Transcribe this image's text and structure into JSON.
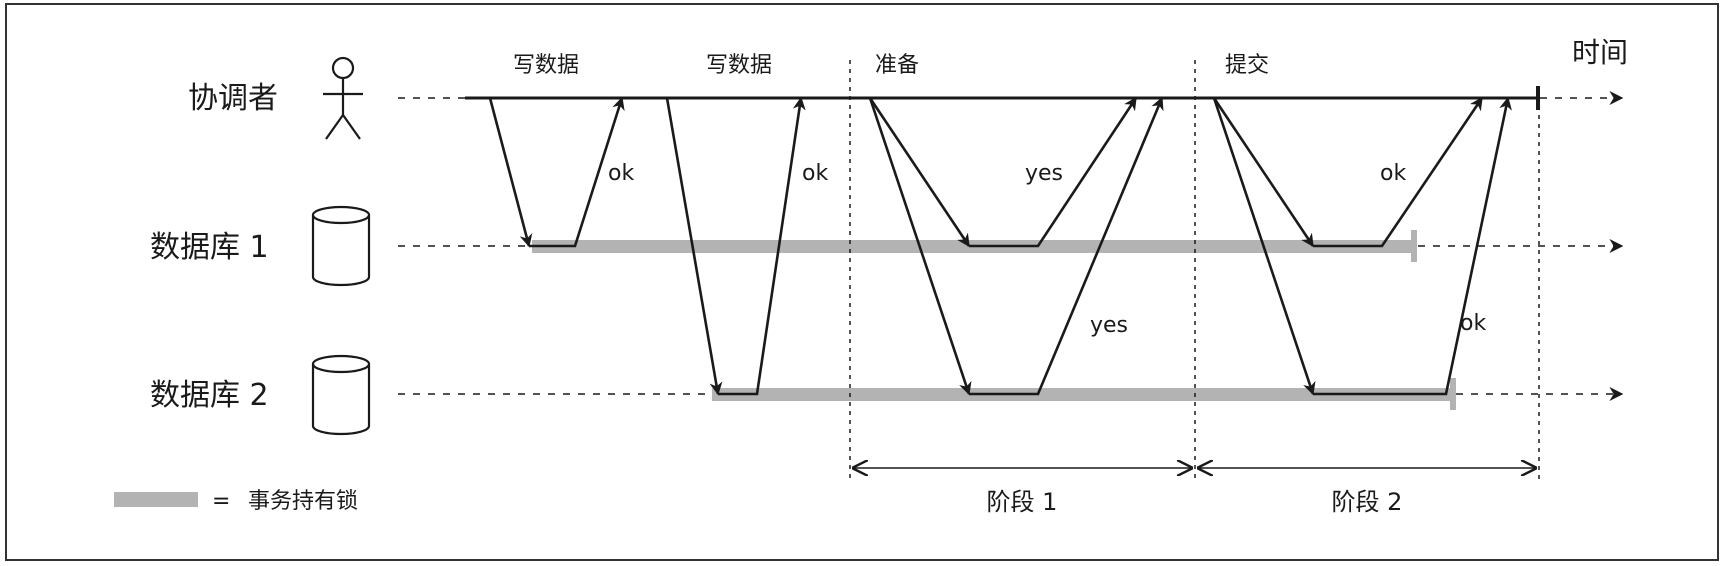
{
  "lanes": {
    "coordinator": "协调者",
    "db1": "数据库 1",
    "db2": "数据库 2"
  },
  "time_label": "时间",
  "steps": {
    "write1": "写数据",
    "write2": "写数据",
    "prepare": "准备",
    "commit": "提交"
  },
  "replies": {
    "ok1": "ok",
    "ok2": "ok",
    "yes1": "yes",
    "yes2": "yes",
    "ok3": "ok",
    "ok4": "ok"
  },
  "phases": {
    "phase1": "阶段 1",
    "phase2": "阶段 2"
  },
  "legend": {
    "equals": "=",
    "label": "事务持有锁"
  },
  "colors": {
    "line": "#1a1a1a",
    "lock": "#b3b3b3",
    "frame": "#333333"
  }
}
